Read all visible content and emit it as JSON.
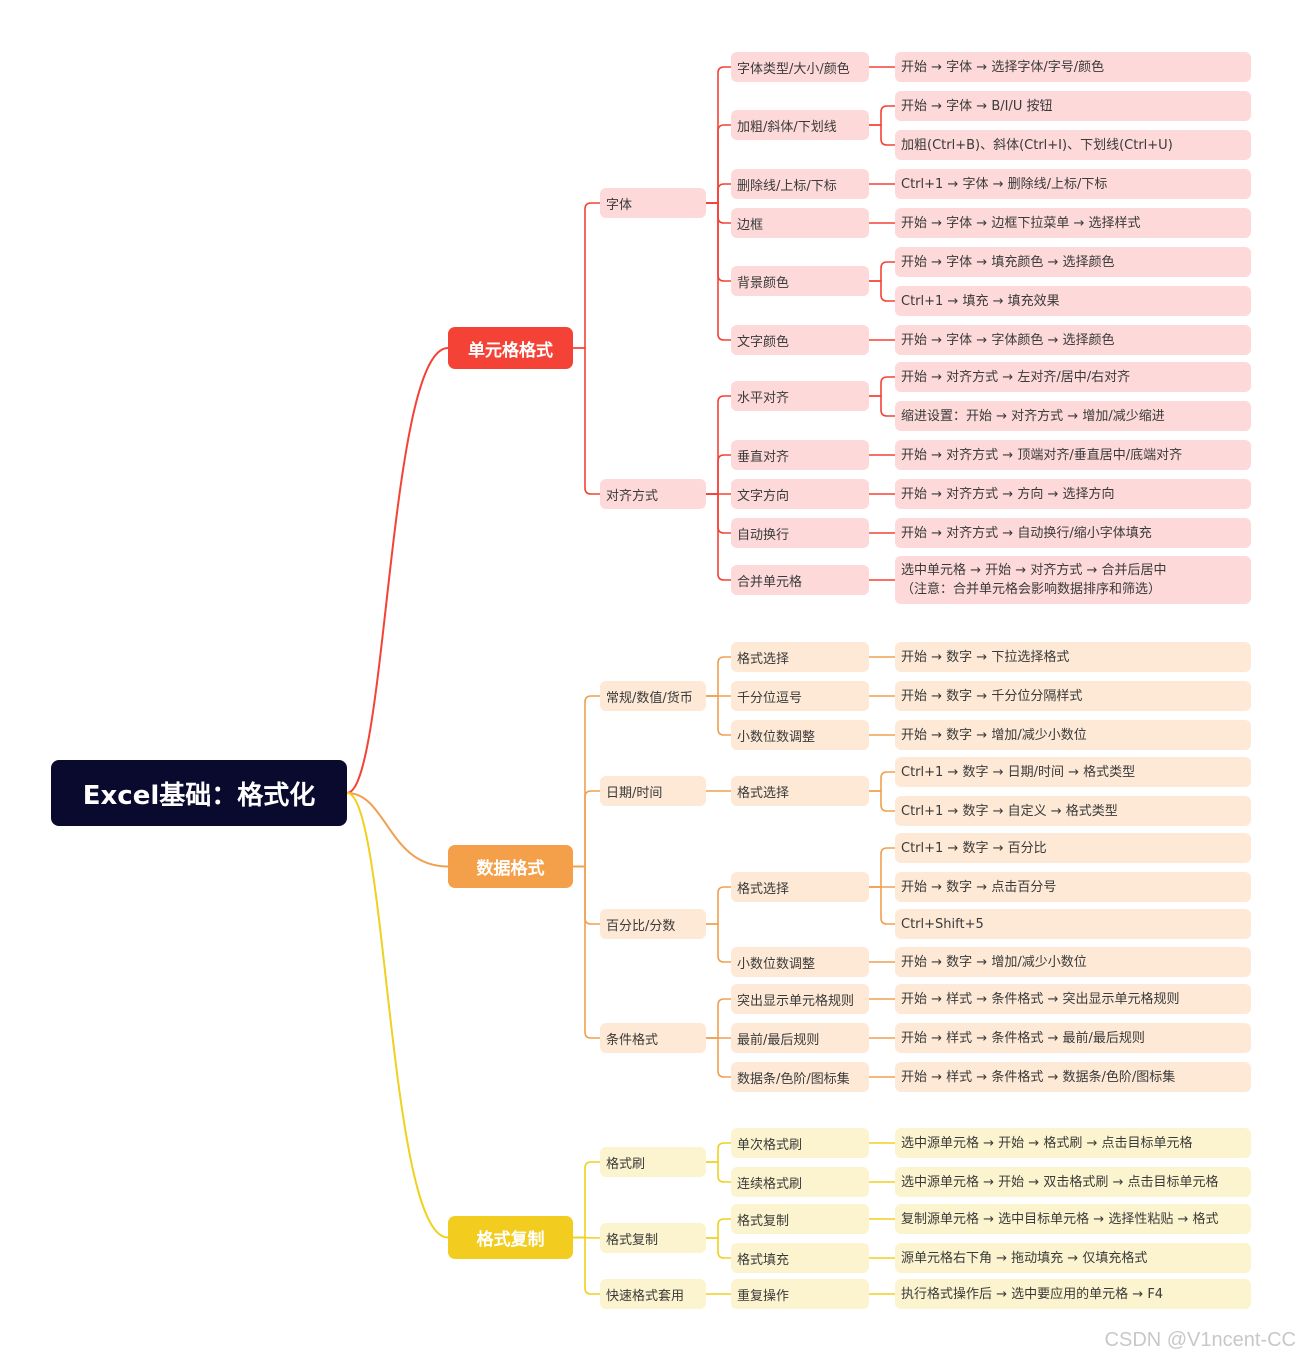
{
  "root": {
    "label": "Excel基础：格式化"
  },
  "watermark": "CSDN @V1ncent-CC",
  "categories": [
    {
      "id": "cat-0",
      "label": "单元格格式",
      "color": "#f44336",
      "line_color": "#f44336",
      "groups": [
        {
          "label": "字体",
          "items": [
            {
              "label": "字体类型/大小/颜色",
              "details": [
                "开始 → 字体 → 选择字体/字号/颜色"
              ]
            },
            {
              "label": "加粗/斜体/下划线",
              "details": [
                "开始 → 字体 → B/I/U 按钮",
                "加粗(Ctrl+B)、斜体(Ctrl+I)、下划线(Ctrl+U)"
              ]
            },
            {
              "label": "删除线/上标/下标",
              "details": [
                "Ctrl+1 → 字体 → 删除线/上标/下标"
              ]
            },
            {
              "label": "边框",
              "details": [
                "开始 → 字体 → 边框下拉菜单 → 选择样式"
              ]
            },
            {
              "label": "背景颜色",
              "details": [
                "开始 → 字体 → 填充颜色 → 选择颜色",
                "Ctrl+1 → 填充 → 填充效果"
              ]
            },
            {
              "label": "文字颜色",
              "details": [
                "开始 → 字体 → 字体颜色 → 选择颜色"
              ]
            }
          ]
        },
        {
          "label": "对齐方式",
          "items": [
            {
              "label": "水平对齐",
              "details": [
                "开始 → 对齐方式 → 左对齐/居中/右对齐",
                "缩进设置：开始 → 对齐方式 → 增加/减少缩进"
              ]
            },
            {
              "label": "垂直对齐",
              "details": [
                "开始 → 对齐方式 → 顶端对齐/垂直居中/底端对齐"
              ]
            },
            {
              "label": "文字方向",
              "details": [
                "开始 → 对齐方式 → 方向 → 选择方向"
              ]
            },
            {
              "label": "自动换行",
              "details": [
                "开始 → 对齐方式 → 自动换行/缩小字体填充"
              ]
            },
            {
              "label": "合并单元格",
              "details": [
                "选中单元格 → 开始 → 对齐方式 → 合并后居中\n（注意：合并单元格会影响数据排序和筛选）"
              ]
            }
          ]
        }
      ]
    },
    {
      "id": "cat-1",
      "label": "数据格式",
      "color": "#f4a04a",
      "line_color": "#f0a050",
      "groups": [
        {
          "label": "常规/数值/货币",
          "items": [
            {
              "label": "格式选择",
              "details": [
                "开始 → 数字 → 下拉选择格式"
              ]
            },
            {
              "label": "千分位逗号",
              "details": [
                "开始 → 数字 → 千分位分隔样式"
              ]
            },
            {
              "label": "小数位数调整",
              "details": [
                "开始 → 数字 → 增加/减少小数位"
              ]
            }
          ]
        },
        {
          "label": "日期/时间",
          "items": [
            {
              "label": "格式选择",
              "details": [
                "Ctrl+1 → 数字 → 日期/时间 → 格式类型",
                "Ctrl+1 → 数字 → 自定义 → 格式类型"
              ]
            }
          ]
        },
        {
          "label": "百分比/分数",
          "items": [
            {
              "label": "格式选择",
              "details": [
                "Ctrl+1 → 数字 → 百分比",
                "开始 → 数字 → 点击百分号",
                "Ctrl+Shift+5"
              ]
            },
            {
              "label": "小数位数调整",
              "details": [
                "开始 → 数字 → 增加/减少小数位"
              ]
            }
          ]
        },
        {
          "label": "条件格式",
          "items": [
            {
              "label": "突出显示单元格规则",
              "details": [
                "开始 → 样式 → 条件格式 → 突出显示单元格规则"
              ]
            },
            {
              "label": "最前/最后规则",
              "details": [
                "开始 → 样式 → 条件格式 → 最前/最后规则"
              ]
            },
            {
              "label": "数据条/色阶/图标集",
              "details": [
                "开始 → 样式 → 条件格式 → 数据条/色阶/图标集"
              ]
            }
          ]
        }
      ]
    },
    {
      "id": "cat-2",
      "label": "格式复制",
      "color": "#f2cc1f",
      "line_color": "#f0d020",
      "groups": [
        {
          "label": "格式刷",
          "items": [
            {
              "label": "单次格式刷",
              "details": [
                "选中源单元格 → 开始 → 格式刷 → 点击目标单元格"
              ]
            },
            {
              "label": "连续格式刷",
              "details": [
                "选中源单元格 → 开始 → 双击格式刷 → 点击目标单元格"
              ]
            }
          ]
        },
        {
          "label": "格式复制",
          "items": [
            {
              "label": "格式复制",
              "details": [
                "复制源单元格 → 选中目标单元格 → 选择性粘贴 → 格式"
              ]
            },
            {
              "label": "格式填充",
              "details": [
                "源单元格右下角 → 拖动填充 → 仅填充格式"
              ]
            }
          ]
        },
        {
          "label": "快速格式套用",
          "items": [
            {
              "label": "重复操作",
              "details": [
                "执行格式操作后 → 选中要应用的单元格 → F4"
              ]
            }
          ]
        }
      ]
    }
  ]
}
